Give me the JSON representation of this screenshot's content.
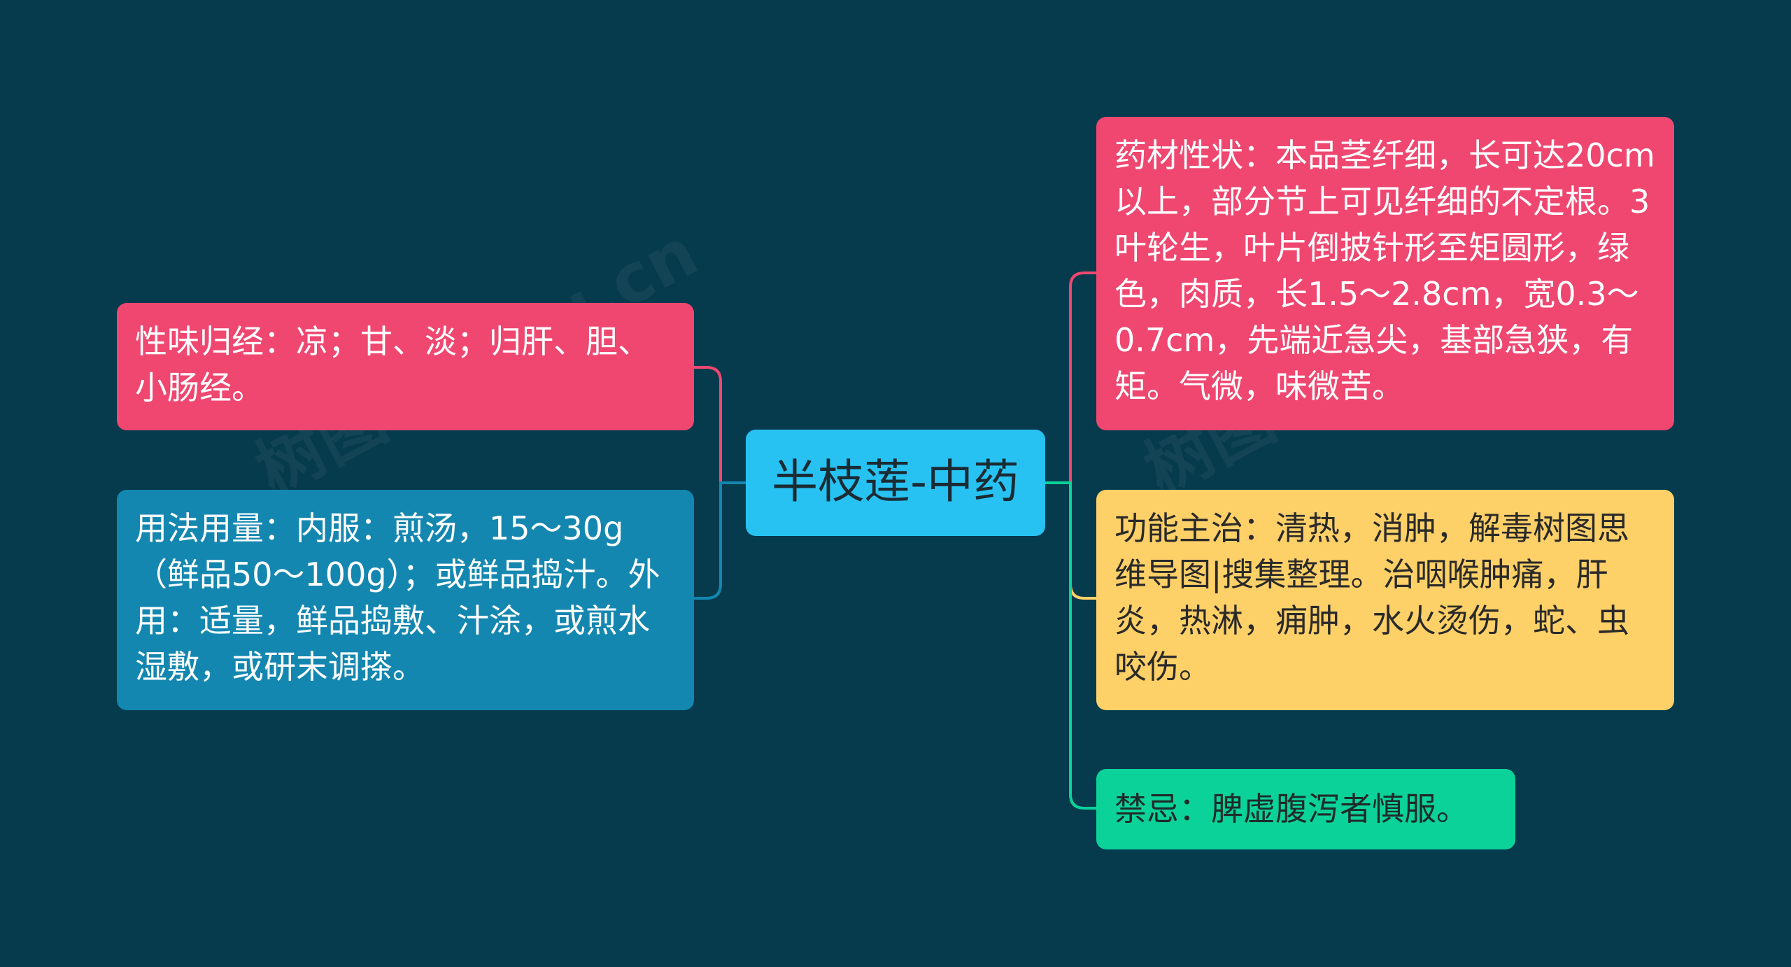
{
  "center": {
    "label": "半枝莲-中药"
  },
  "left_nodes": [
    {
      "id": "xingwei",
      "text": "性味归经：凉；甘、淡；归肝、胆、小肠经。",
      "color": "#ef4770"
    },
    {
      "id": "yongfa",
      "text": "用法用量：内服：煎汤，15～30g（鲜品50～100g）；或鲜品捣汁。外用：适量，鲜品捣敷、汁涂，或煎水湿敷，或研末调搽。",
      "color": "#1487b0"
    }
  ],
  "right_nodes": [
    {
      "id": "yaocai",
      "text": "药材性状：本品茎纤细，长可达20cm以上，部分节上可见纤细的不定根。3叶轮生，叶片倒披针形至矩圆形，绿色，肉质，长1.5～2.8cm，宽0.3～0.7cm，先端近急尖，基部急狭，有矩。气微，味微苦。",
      "color": "#ef4770"
    },
    {
      "id": "gongneng",
      "text": "功能主治：清热，消肿，解毒树图思维导图|搜集整理。治咽喉肿痛，肝炎，热淋，痈肿，水火烫伤，蛇、虫咬伤。",
      "color": "#fed068"
    },
    {
      "id": "jinji",
      "text": "禁忌：脾虚腹泻者慎服。",
      "color": "#0bd299"
    }
  ],
  "colors": {
    "background": "#063a4d",
    "center": "#27c2f2"
  }
}
